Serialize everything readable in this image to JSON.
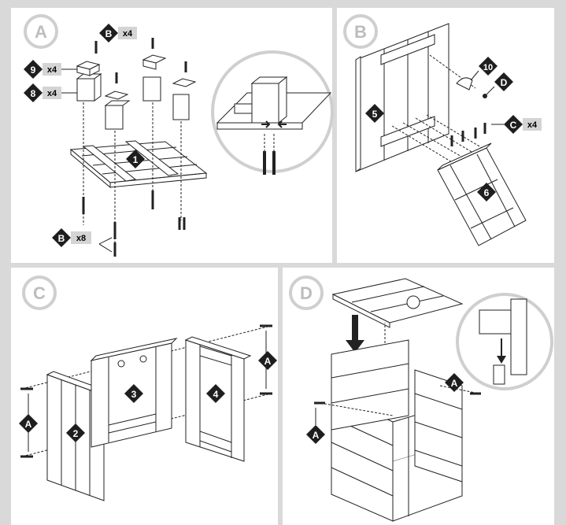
{
  "steps": {
    "a": {
      "letter": "A"
    },
    "b": {
      "letter": "B"
    },
    "c": {
      "letter": "C"
    },
    "d": {
      "letter": "D"
    }
  },
  "callouts": {
    "a_b_top": {
      "code": "B",
      "qty": "x4"
    },
    "a_9": {
      "code": "9",
      "qty": "x4"
    },
    "a_8": {
      "code": "8",
      "qty": "x4"
    },
    "a_1": {
      "code": "1"
    },
    "a_b_bottom": {
      "code": "B",
      "qty": "x8"
    },
    "b_10": {
      "code": "10"
    },
    "b_d": {
      "code": "D"
    },
    "b_5": {
      "code": "5"
    },
    "b_c": {
      "code": "C",
      "qty": "x4"
    },
    "b_6": {
      "code": "6"
    },
    "c_a_left": {
      "code": "A"
    },
    "c_2": {
      "code": "2"
    },
    "c_3": {
      "code": "3"
    },
    "c_4": {
      "code": "4"
    },
    "c_a_right": {
      "code": "A"
    },
    "d_a_right": {
      "code": "A"
    },
    "d_a_left": {
      "code": "A"
    }
  },
  "colors": {
    "badge": "#1e1e1e",
    "qty_tag": "#d4d4d4",
    "circle": "#cfcfcf",
    "panel_bg": "#ffffff",
    "frame": "#d9d9d9"
  }
}
